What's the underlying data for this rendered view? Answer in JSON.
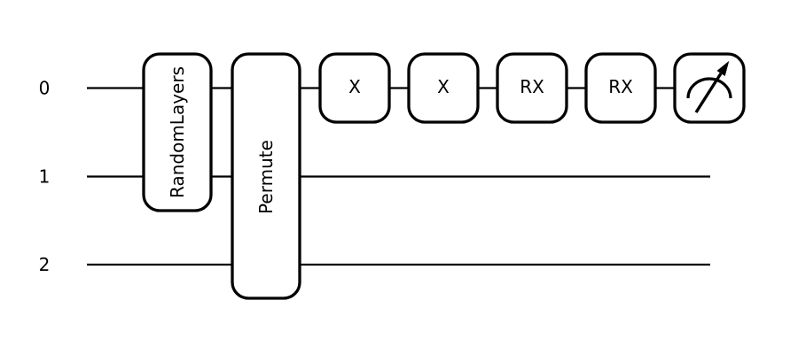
{
  "figure": {
    "type": "quantum-circuit-diagram",
    "background_color": "#ffffff",
    "line_color": "#000000"
  },
  "wires": [
    {
      "label": "0"
    },
    {
      "label": "1"
    },
    {
      "label": "2"
    }
  ],
  "gates": [
    {
      "label": "RandomLayers",
      "wires": "0-1",
      "orientation": "vertical"
    },
    {
      "label": "Permute",
      "wires": "0-2",
      "orientation": "vertical"
    },
    {
      "label": "X",
      "wires": "0",
      "orientation": "horizontal"
    },
    {
      "label": "X",
      "wires": "0",
      "orientation": "horizontal"
    },
    {
      "label": "RX",
      "wires": "0",
      "orientation": "horizontal"
    },
    {
      "label": "RX",
      "wires": "0",
      "orientation": "horizontal"
    }
  ],
  "measurement": {
    "wire": "0",
    "icon": "measurement-gauge-icon"
  }
}
